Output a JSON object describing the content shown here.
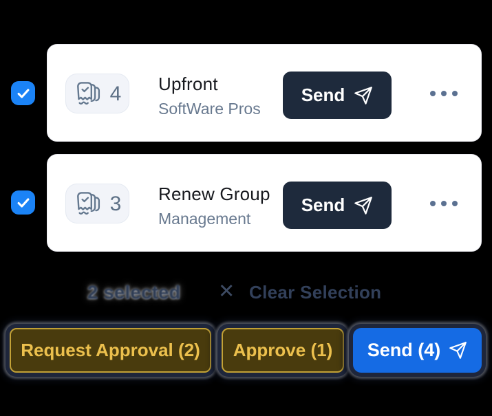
{
  "selection_panel": {
    "rows": [
      {
        "count": "4",
        "title": "Upfront",
        "subtitle": "SoftWare Pros",
        "send_label": "Send"
      },
      {
        "count": "3",
        "title": "Renew Group",
        "subtitle": "Management",
        "send_label": "Send"
      }
    ],
    "selection_bar": {
      "count_text": "2 selected",
      "close_icon": "✕",
      "clear_label": "Clear Selection"
    },
    "actions": {
      "request_approval": "Request Approval (2)",
      "approve": "Approve (1)",
      "send": "Send (4)"
    }
  },
  "icons": {
    "checkbox": "checkmark-icon",
    "badge": "receipt-stack-icon",
    "send": "paper-plane-icon",
    "more": "ellipsis-icon",
    "clear": "close-icon"
  },
  "colors": {
    "background": "#000000",
    "card_background": "#ffffff",
    "checkbox_blue": "#1b83f6",
    "card_send_navy": "#1e2a3c",
    "primary_blue": "#156be4",
    "gold_background": "#493b0d",
    "gold_border": "#c2a136",
    "gold_text": "#ecc04d",
    "badge_background": "#f2f4f9",
    "slate_text": "#68798f",
    "title_text": "#17191e",
    "selection_text": "#2f3d55"
  }
}
